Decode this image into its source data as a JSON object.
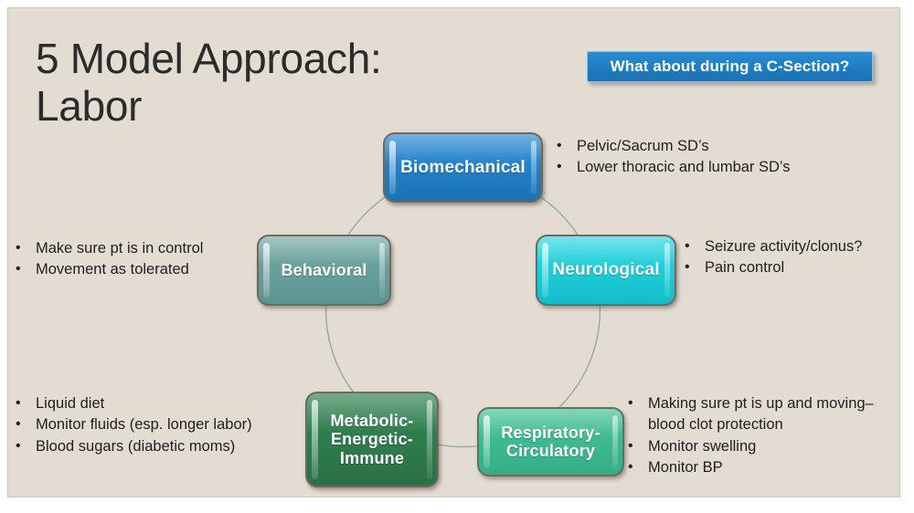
{
  "slide": {
    "title": "5 Model Approach:\nLabor",
    "background_color": "#e2dcd2",
    "title_color": "#2b2b2b"
  },
  "banner": {
    "text": "What about during a C-Section?",
    "background_color": "#1f7cc0",
    "text_color": "#ffffff"
  },
  "nodes": [
    {
      "id": "biomechanical",
      "label": "Biomechanical",
      "color": "#2482c9"
    },
    {
      "id": "neurological",
      "label": "Neurological",
      "color": "#21cdd8"
    },
    {
      "id": "behavioral",
      "label": "Behavioral",
      "color": "#68a09c"
    },
    {
      "id": "metabolic",
      "label": "Metabolic-\nEnergetic-\nImmune",
      "color": "#2f7d4e"
    },
    {
      "id": "respiratory",
      "label": "Respiratory-\nCirculatory",
      "color": "#3fba91"
    }
  ],
  "bullet_groups": {
    "biomechanical": [
      "Pelvic/Sacrum SD’s",
      "Lower thoracic and lumbar SD’s"
    ],
    "neurological": [
      "Seizure activity/clonus?",
      "Pain control"
    ],
    "behavioral": [
      "Make sure pt is in control",
      "Movement as tolerated"
    ],
    "metabolic": [
      "Liquid diet",
      "Monitor fluids (esp. longer labor)",
      "Blood sugars (diabetic moms)"
    ],
    "respiratory": [
      "Making sure pt is up and moving– blood clot protection",
      "Monitor swelling",
      "Monitor BP"
    ]
  },
  "bullet_marker": "•",
  "diagram": {
    "connector_shape": "circle",
    "connector_color": "#9aa79a"
  }
}
